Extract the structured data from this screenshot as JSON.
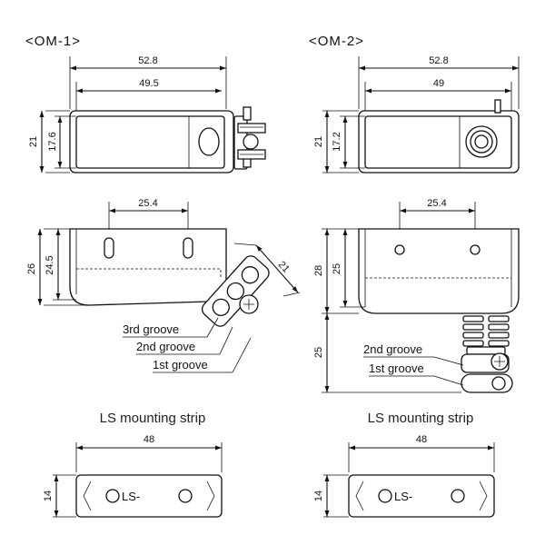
{
  "om1": {
    "title": "<OM-1>",
    "top": {
      "overall_width": "52.8",
      "inner_width": "49.5",
      "height": "21",
      "inner_height": "17.6"
    },
    "side": {
      "hole_pitch": "25.4",
      "height": "26",
      "inner_height": "24.5",
      "angled_width": "21"
    },
    "grooves": {
      "third": "3rd groove",
      "second": "2nd groove",
      "first": "1st groove"
    },
    "strip": {
      "caption": "LS mounting strip",
      "width": "48",
      "height": "14",
      "marking": "LS-"
    }
  },
  "om2": {
    "title": "<OM-2>",
    "top": {
      "overall_width": "52.8",
      "inner_width": "49",
      "height": "21",
      "inner_height": "17.2"
    },
    "side": {
      "hole_pitch": "25.4",
      "height": "28",
      "inner_height": "25",
      "lower_height": "25"
    },
    "grooves": {
      "second": "2nd groove",
      "first": "1st groove"
    },
    "strip": {
      "caption": "LS mounting strip",
      "width": "48",
      "height": "14",
      "marking": "LS-"
    }
  }
}
